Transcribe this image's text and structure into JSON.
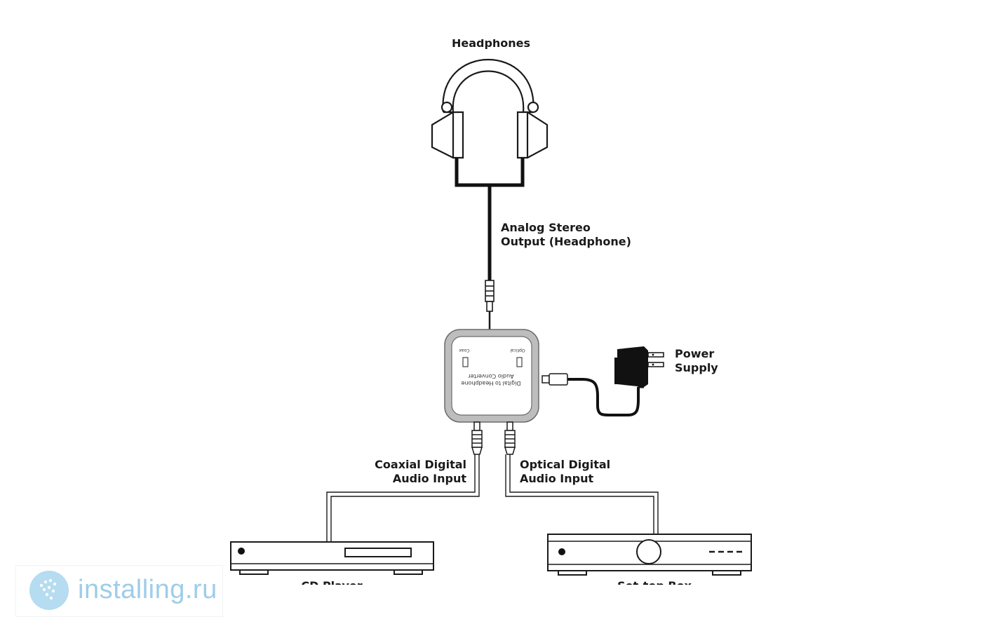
{
  "diagram": {
    "labels": {
      "headphones": "Headphones",
      "analog_output_line1": "Analog Stereo",
      "analog_output_line2": "Output (Headphone)",
      "power_supply_line1": "Power",
      "power_supply_line2": "Supply",
      "coaxial_line1": "Coaxial Digital",
      "coaxial_line2": "Audio Input",
      "optical_line1": "Optical Digital",
      "optical_line2": "Audio Input",
      "cd_player": "CD Player",
      "set_top_box": "Set-top Box"
    },
    "device": {
      "name_line1": "Digital to Headphone",
      "name_line2": "Audio Converter",
      "port_coax": "Coax",
      "port_optical": "Optical"
    }
  },
  "watermark": {
    "text": "installing.ru"
  }
}
